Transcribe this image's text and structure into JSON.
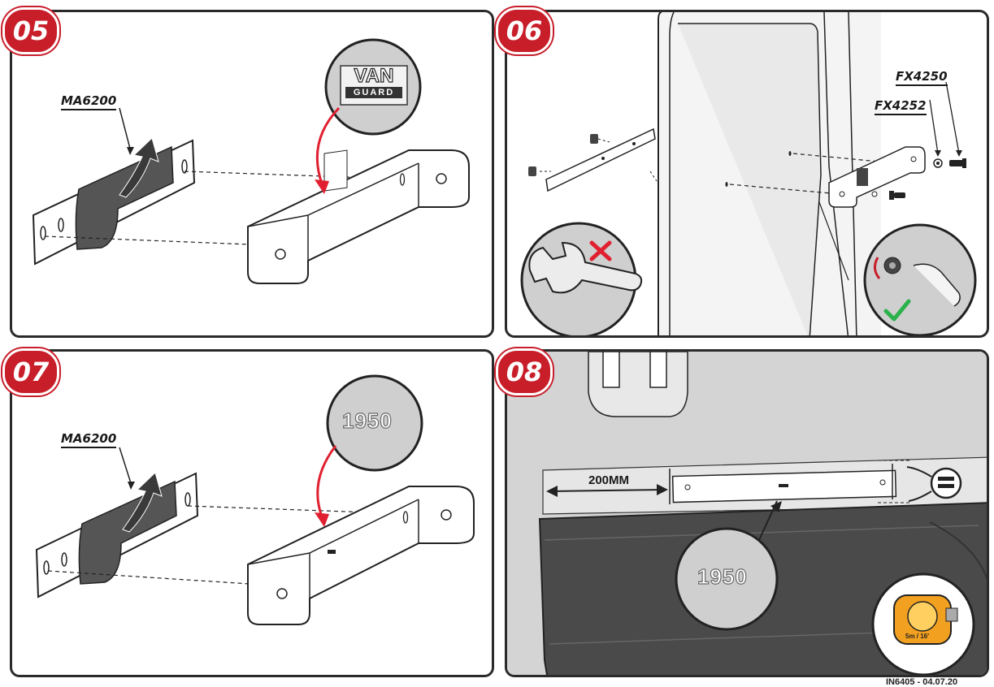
{
  "steps": {
    "s05": {
      "number": "05",
      "part_label": "MA6200",
      "logo_line1": "VAN",
      "logo_line2": "GUARD"
    },
    "s06": {
      "number": "06",
      "part_a": "FX4250",
      "part_b": "FX4252"
    },
    "s07": {
      "number": "07",
      "part_label": "MA6200",
      "code": "1950"
    },
    "s08": {
      "number": "08",
      "distance": "200MM",
      "code": "1950",
      "tape_text": "5m / 16'"
    }
  },
  "footer": "IN6405 - 04.07.20",
  "colors": {
    "badge": "#c81e2a",
    "arrow_red": "#e02030",
    "check_green": "#2bb24c",
    "pad_grey": "#555555"
  }
}
